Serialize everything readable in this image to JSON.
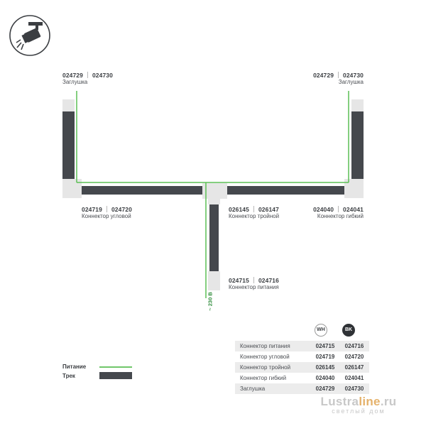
{
  "icon": "spotlight-icon",
  "colors": {
    "power": "#5cbf55",
    "track": "#45484d",
    "connector": "#e6e6e6"
  },
  "labels": {
    "end_left": {
      "code_wh": "024729",
      "code_bk": "024730",
      "name": "Заглушка"
    },
    "end_right": {
      "code_wh": "024729",
      "code_bk": "024730",
      "name": "Заглушка"
    },
    "corner": {
      "code_wh": "024719",
      "code_bk": "024720",
      "name": "Коннектор угловой"
    },
    "tee": {
      "code_wh": "026145",
      "code_bk": "026147",
      "name": "Коннектор тройной"
    },
    "flex": {
      "code_wh": "024040",
      "code_bk": "024041",
      "name": "Коннектор гибкий"
    },
    "power_feed": {
      "code_wh": "024715",
      "code_bk": "024716",
      "name": "Коннектор питания"
    },
    "voltage": "~ 230 В"
  },
  "legend": {
    "power": "Питание",
    "track": "Трек"
  },
  "table": {
    "head_wh": "WH",
    "head_bk": "BK",
    "rows": [
      {
        "name": "Коннектор питания",
        "wh": "024715",
        "bk": "024716"
      },
      {
        "name": "Коннектор угловой",
        "wh": "024719",
        "bk": "024720"
      },
      {
        "name": "Коннектор тройной",
        "wh": "026145",
        "bk": "026147"
      },
      {
        "name": "Коннектор гибкий",
        "wh": "024040",
        "bk": "024041"
      },
      {
        "name": "Заглушка",
        "wh": "024729",
        "bk": "024730"
      }
    ]
  },
  "watermark": {
    "main_a": "Lustra",
    "main_b": "line",
    "main_c": ".ru",
    "sub": "светлый дом"
  }
}
